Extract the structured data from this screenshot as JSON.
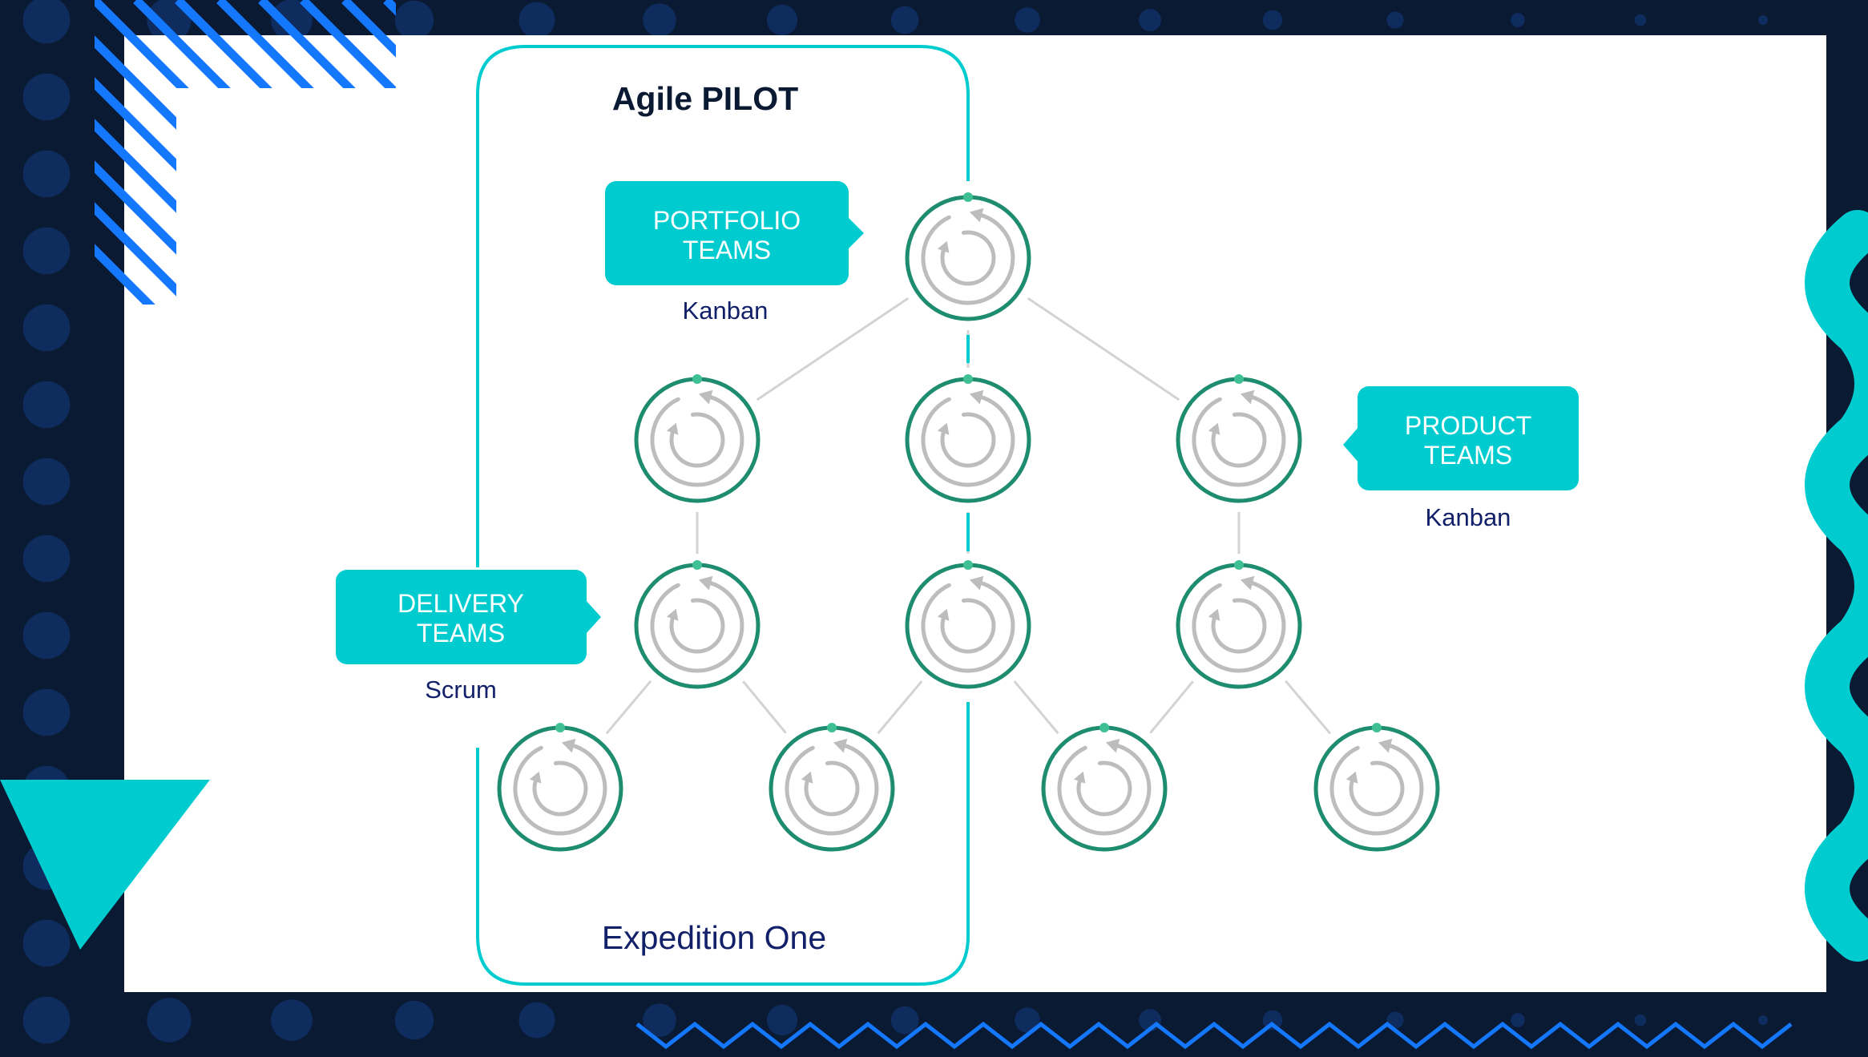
{
  "colors": {
    "background": "#0b1a33",
    "panel": "#ffffff",
    "teal": "#00cccf",
    "accent_blue": "#1478ff",
    "dot_blue": "#0e2c5e",
    "ring_green": "#1e8c6e",
    "ring_dot": "#3fbf94",
    "cycle_gray": "#bdbdbd",
    "connector_gray": "#d3d3d3",
    "navy_text": "#12206a",
    "title_text": "#0b1a33"
  },
  "title": "Agile PILOT",
  "boundary": {
    "label": "Expedition One"
  },
  "callouts": [
    {
      "id": "portfolio",
      "line1": "PORTFOLIO",
      "line2": "TEAMS",
      "method": "Kanban",
      "pointer": "right"
    },
    {
      "id": "product",
      "line1": "PRODUCT",
      "line2": "TEAMS",
      "method": "Kanban",
      "pointer": "left"
    },
    {
      "id": "delivery",
      "line1": "DELIVERY",
      "line2": "TEAMS",
      "method": "Scrum",
      "pointer": "right"
    }
  ],
  "team_icon": "agile-cycle-icon"
}
